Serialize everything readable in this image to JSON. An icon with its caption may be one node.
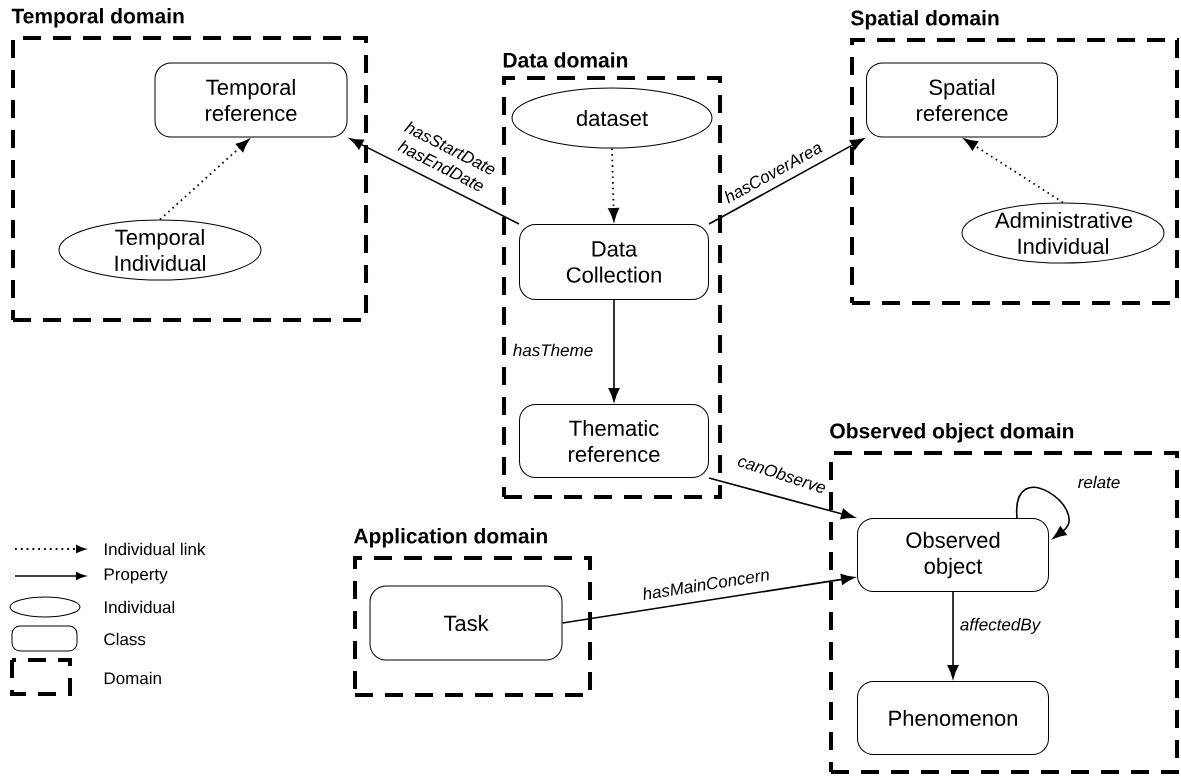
{
  "diagram": {
    "nodes": [
      {
        "text": [
          "Temporal domain"
        ]
      },
      {
        "text": [
          "Temporal reference"
        ],
        "in": 0
      },
      {
        "text": [
          "Temporal Individual"
        ],
        "in": 0
      },
      {
        "text": [
          "Data domain"
        ]
      },
      {
        "text": [
          "dataset"
        ],
        "in": 3
      },
      {
        "text": [
          "Data Collection"
        ],
        "in": 3
      },
      {
        "text": [
          "Thematic reference"
        ],
        "in": 3
      },
      {
        "text": [
          "Spatial domain"
        ]
      },
      {
        "text": [
          "Spatial reference"
        ],
        "in": 7
      },
      {
        "text": [
          "Administrative Individual"
        ],
        "in": 7
      },
      {
        "text": [
          "Application domain"
        ]
      },
      {
        "text": [
          "Task"
        ],
        "in": 10
      },
      {
        "text": [
          "Observed object domain"
        ]
      },
      {
        "text": [
          "Observed object"
        ],
        "in": 12
      },
      {
        "text": [
          "Phenomenon"
        ],
        "in": 12
      }
    ],
    "edges": [
      {
        "from": 2,
        "to": 1,
        "arrow": "to",
        "style": "dashed"
      },
      {
        "from": 5,
        "to": 1,
        "arrow": "to",
        "label": "hasStartDate hasEndDate"
      },
      {
        "from": 4,
        "to": 5,
        "arrow": "to",
        "style": "dashed"
      },
      {
        "from": 5,
        "to": 8,
        "arrow": "to",
        "label": "hasCoverArea"
      },
      {
        "from": 9,
        "to": 8,
        "arrow": "to",
        "style": "dashed"
      },
      {
        "from": 5,
        "to": 6,
        "arrow": "to",
        "label": "hasTheme"
      },
      {
        "from": 6,
        "to": 13,
        "arrow": "to",
        "label": "canObserve"
      },
      {
        "from": 11,
        "to": 13,
        "arrow": "to",
        "label": "hasMainConcern"
      },
      {
        "from": 13,
        "to": 13,
        "arrow": "to",
        "label": "relate"
      },
      {
        "from": 13,
        "to": 14,
        "arrow": "to",
        "label": "affectedBy"
      }
    ],
    "legend": [
      {
        "text": "Individual link"
      },
      {
        "text": "Property"
      },
      {
        "text": "Individual"
      },
      {
        "text": "Class"
      },
      {
        "text": "Domain"
      }
    ]
  }
}
